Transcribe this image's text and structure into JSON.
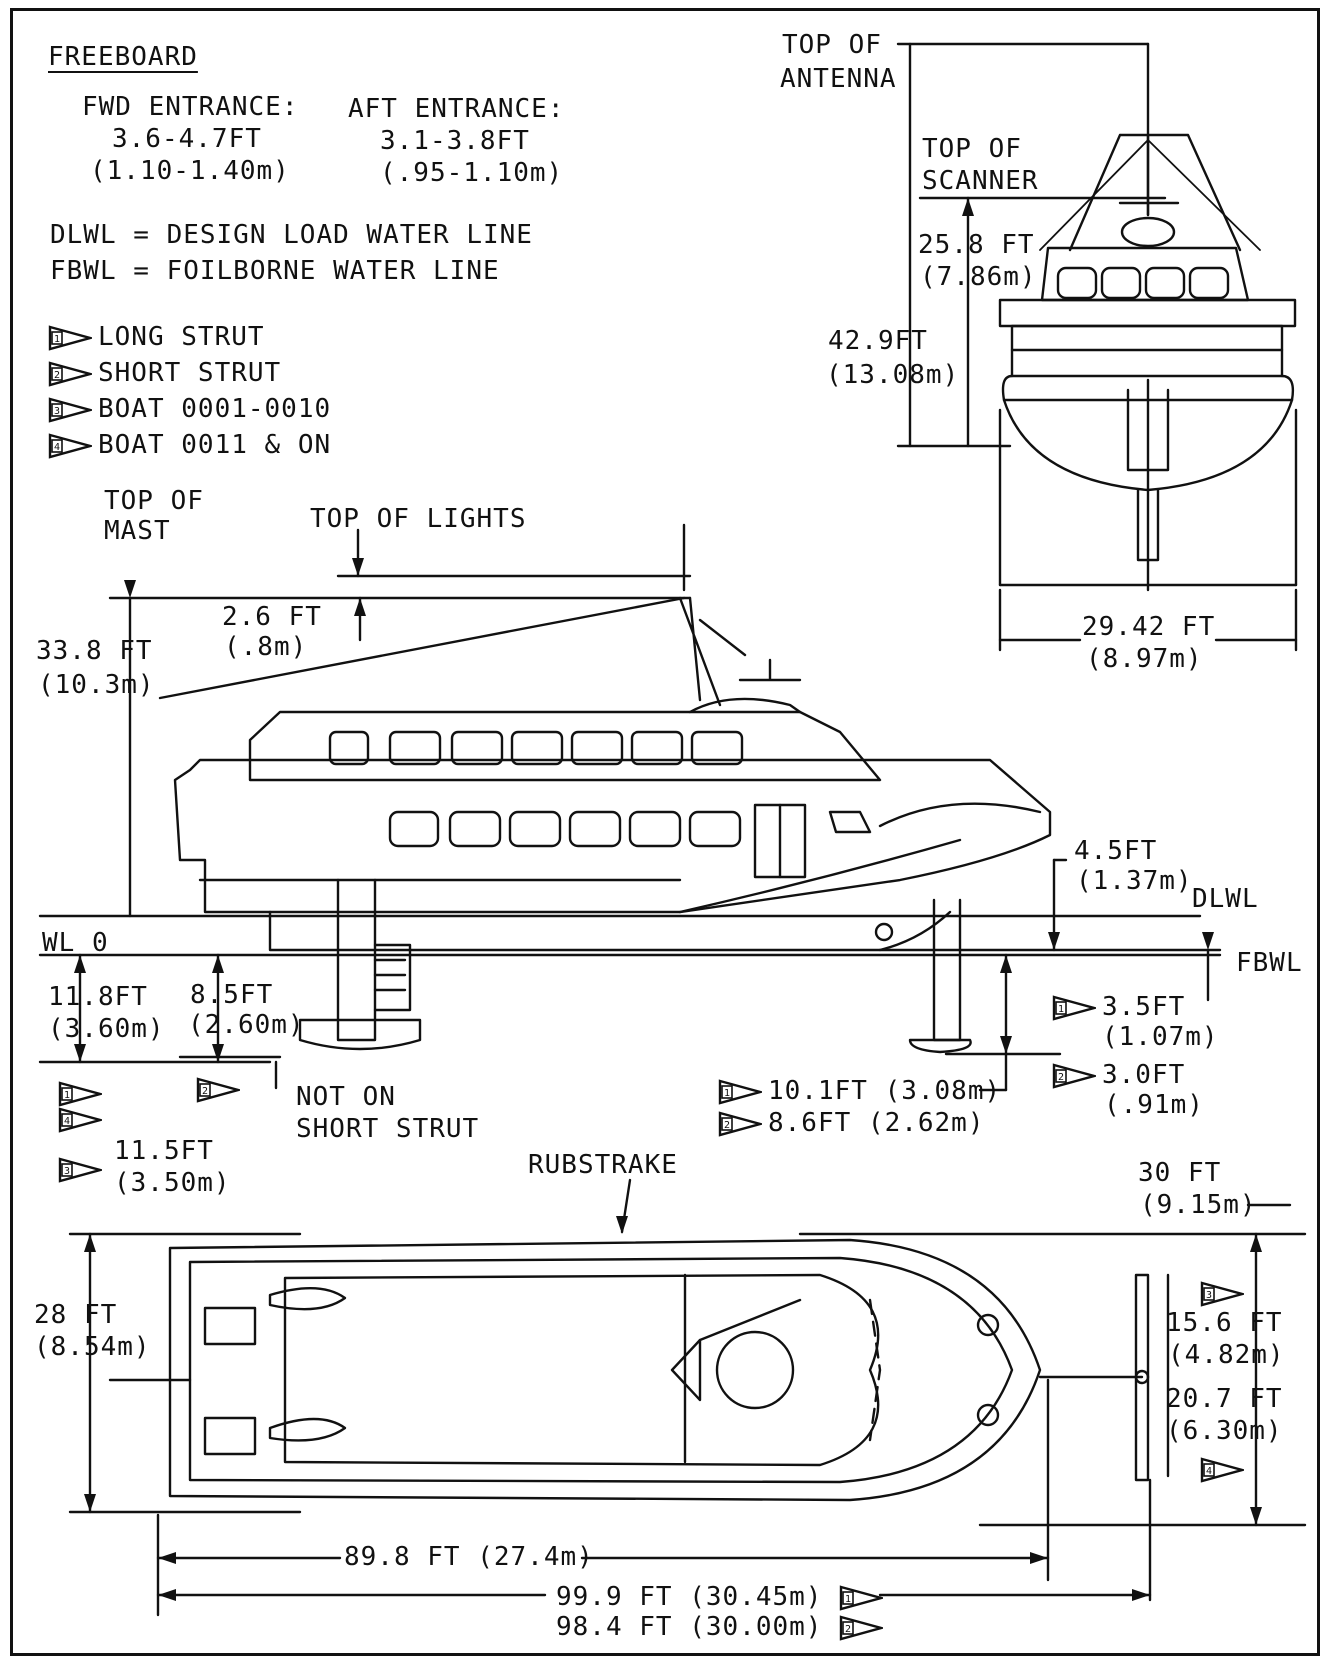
{
  "freeboard": {
    "title": "FREEBOARD",
    "fwd_label": "FWD ENTRANCE:",
    "fwd_ft": "3.6-4.7FT",
    "fwd_m": "(1.10-1.40m)",
    "aft_label": "AFT ENTRANCE:",
    "aft_ft": "3.1-3.8FT",
    "aft_m": "(.95-1.10m)"
  },
  "definitions": {
    "dlwl": "DLWL = DESIGN LOAD WATER LINE",
    "fbwl": "FBWL = FOILBORNE WATER LINE"
  },
  "notes": [
    {
      "num": "1",
      "text": "LONG STRUT"
    },
    {
      "num": "2",
      "text": "SHORT STRUT"
    },
    {
      "num": "3",
      "text": "BOAT 0001-0010"
    },
    {
      "num": "4",
      "text": "BOAT 0011 & ON"
    }
  ],
  "front_view": {
    "top_antenna": [
      "TOP OF",
      "ANTENNA"
    ],
    "top_scanner": [
      "TOP OF",
      "SCANNER"
    ],
    "h_scanner": [
      "25.8 FT",
      "(7.86m)"
    ],
    "h_antenna": [
      "42.9FT",
      "(13.08m)"
    ],
    "width": [
      "29.42 FT",
      "(8.97m)"
    ]
  },
  "side_view": {
    "top_mast": [
      "TOP OF",
      "MAST"
    ],
    "top_lights": "TOP OF LIGHTS",
    "lights_dim": [
      "2.6 FT",
      "(.8m)"
    ],
    "mast_dim": [
      "33.8 FT",
      "(10.3m)"
    ],
    "freeboard_dim": [
      "4.5FT",
      "(1.37m)"
    ],
    "dlwl": "DLWL",
    "fbwl": "FBWL",
    "wl0": "WL 0",
    "aft_draft": [
      "11.8FT",
      "(3.60m)"
    ],
    "aft_short": [
      "8.5FT",
      "(2.60m)"
    ],
    "not_on_short": [
      "NOT ON",
      "SHORT STRUT"
    ],
    "aft_b3": [
      "11.5FT",
      "(3.50m)"
    ],
    "fwd_depth_1": "3.5FT",
    "fwd_depth_1m": "(1.07m)",
    "fwd_depth_2": "3.0FT",
    "fwd_depth_2m": "(.91m)",
    "fwd_draft_1": "10.1FT (3.08m)",
    "fwd_draft_2": "8.6FT (2.62m)"
  },
  "plan_view": {
    "rubstrake": "RUBSTRAKE",
    "beam_total": [
      "30 FT",
      "(9.15m)"
    ],
    "beam_hull": [
      "28 FT",
      "(8.54m)"
    ],
    "foil_3": [
      "15.6 FT",
      "(4.82m)"
    ],
    "foil_4": [
      "20.7 FT",
      "(6.30m)"
    ],
    "length_hull": "89.8 FT (27.4m)",
    "length_1": "99.9 FT (30.45m)",
    "length_2": "98.4 FT (30.00m)"
  }
}
